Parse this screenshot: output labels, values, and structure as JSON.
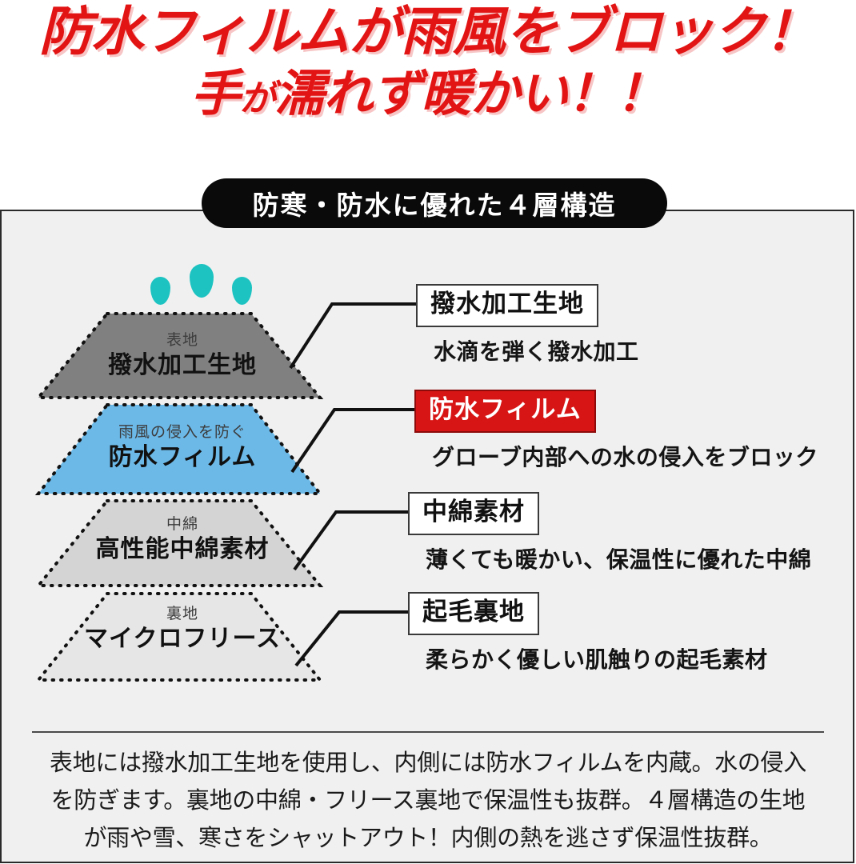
{
  "headline": {
    "line1": "防水フィルムが雨風をブロック！",
    "line2_a": "手",
    "line2_b": "が",
    "line2_c": "濡れず暖かい！！",
    "color": "#e21414"
  },
  "banner": {
    "label": "防寒・防水に優れた４層構造",
    "background": "#0a0a0a",
    "text_color": "#ffffff"
  },
  "droplets": {
    "color": "#1cc3c1",
    "count": 3,
    "icon": "water-drop-icon"
  },
  "layers": [
    {
      "index": 1,
      "sub": "表地",
      "main": "撥水加工生地",
      "fill": "#808080",
      "border": "dotted #111111"
    },
    {
      "index": 2,
      "sub": "雨風の侵入を防ぐ",
      "main": "防水フィルム",
      "fill": "#6cb9e8",
      "border": "dotted #111111"
    },
    {
      "index": 3,
      "sub": "中綿",
      "main": "高性能中綿素材",
      "fill": "#d4d4d4",
      "border": "dotted #111111"
    },
    {
      "index": 4,
      "sub": "裏地",
      "main": "マイクロフリース",
      "fill": "#e6e6e6",
      "border": "dotted #111111"
    }
  ],
  "callouts": [
    {
      "index": 1,
      "title": "撥水加工生地",
      "desc": "水滴を弾く撥水加工",
      "highlighted": false
    },
    {
      "index": 2,
      "title": "防水フィルム",
      "desc": "グローブ内部への水の侵入をブロック",
      "highlighted": true,
      "highlight_color": "#d81515"
    },
    {
      "index": 3,
      "title": "中綿素材",
      "desc": "薄くても暖かい、保温性に優れた中綿",
      "highlighted": false
    },
    {
      "index": 4,
      "title": "起毛裏地",
      "desc": "柔らかく優しい肌触りの起毛素材",
      "highlighted": false
    }
  ],
  "footer": {
    "line1": "表地には撥水加工生地を使用し、内側には防水フィルムを内蔵。水の侵入",
    "line2": "を防ぎます。裏地の中綿・フリース裏地で保温性も抜群。４層構造の生地",
    "line3": "が雨や雪、寒さをシャットアウト！内側の熱を逃さず保温性抜群。"
  }
}
